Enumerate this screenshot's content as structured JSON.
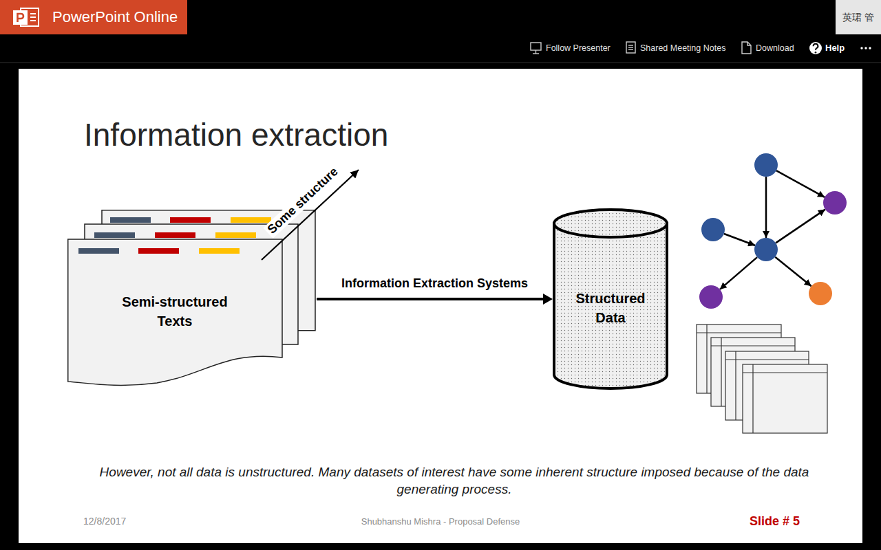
{
  "diagram": {
    "title": "Information extraction",
    "caption": "However, not all data is unstructured. Many datasets of interest have some inherent structure imposed because of the data generating process.",
    "nodes": [
      {
        "text": [
          "Semi-structured Texts"
        ]
      },
      {
        "text": [
          "Structured Data"
        ]
      }
    ],
    "edges": [
      {
        "from": 0,
        "to": 1,
        "arrow": "to",
        "label": "Information Extraction Systems"
      }
    ],
    "labels": [
      "PowerPoint Online",
      "英珺 管",
      "Follow Presenter",
      "Shared Meeting Notes",
      "Download",
      "Help",
      "Some structure",
      "12/8/2017",
      "Shubhanshu Mishra - Proposal Defense",
      "Slide # 5"
    ]
  }
}
